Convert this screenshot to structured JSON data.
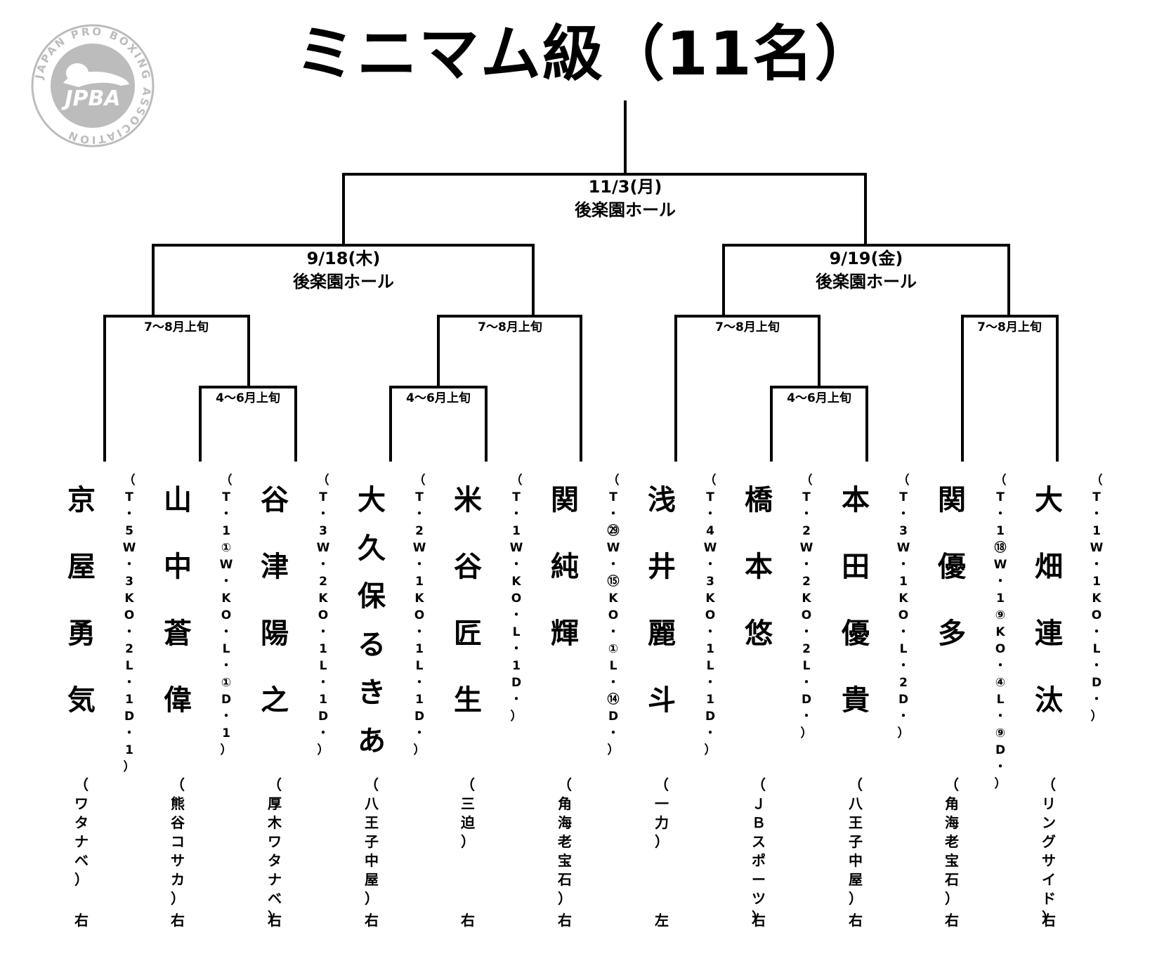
{
  "title": "ミニマム級（11名）",
  "logo": {
    "ring_text": "JAPAN PRO BOXING ASSOCIATION",
    "center_text": "JPBA",
    "color": "#bcbcbc"
  },
  "rounds": {
    "final": {
      "date": "11/3(月)",
      "venue": "後楽園ホール"
    },
    "semi_left": {
      "date": "9/18(木)",
      "venue": "後楽園ホール"
    },
    "semi_right": {
      "date": "9/19(金)",
      "venue": "後楽園ホール"
    },
    "qf_1": "7～8月上旬",
    "qf_2": "7～8月上旬",
    "qf_3": "7～8月上旬",
    "qf_4": "7～8月上旬",
    "r1_1": "4～6月上旬",
    "r1_2": "4～6月上旬",
    "r1_3": "4～6月上旬"
  },
  "fighters": [
    {
      "name": "京屋勇気",
      "gym": "（ワタナベ）",
      "stance": "右",
      "record": [
        "（",
        "T",
        "・",
        "5",
        "W",
        "・",
        "3",
        "K",
        "O",
        "・",
        "2",
        "L",
        "・",
        "1",
        "D",
        "・",
        "1",
        "）"
      ]
    },
    {
      "name": "山中蒼偉",
      "gym": "（熊谷コサカ）",
      "stance": "右",
      "record": [
        "（",
        "T",
        "・",
        "1",
        "①",
        "W",
        "・",
        "K",
        "O",
        "・",
        "L",
        "・",
        "①",
        "D",
        "・",
        "1",
        "）"
      ]
    },
    {
      "name": "谷津陽之",
      "gym": "（厚木ワタナベ）",
      "stance": "右",
      "record": [
        "（",
        "T",
        "・",
        "3",
        "W",
        "・",
        "2",
        "K",
        "O",
        "・",
        "1",
        "L",
        "・",
        "1",
        "D",
        "・",
        "）"
      ]
    },
    {
      "name": "大久保るきあ",
      "gym": "（八王子中屋）",
      "stance": "右",
      "record": [
        "（",
        "T",
        "・",
        "2",
        "W",
        "・",
        "1",
        "K",
        "O",
        "・",
        "1",
        "L",
        "・",
        "1",
        "D",
        "・",
        "）"
      ]
    },
    {
      "name": "米谷匠生",
      "gym": "（三迫）",
      "stance": "右",
      "record": [
        "（",
        "T",
        "・",
        "1",
        "W",
        "・",
        "K",
        "O",
        "・",
        "L",
        "・",
        "1",
        "D",
        "・",
        "）"
      ]
    },
    {
      "name": "関純輝",
      "gym": "（角海老宝石）",
      "stance": "右",
      "record": [
        "（",
        "T",
        "・",
        "㉙",
        "W",
        "・",
        "⑮",
        "K",
        "O",
        "・",
        "①",
        "L",
        "・",
        "⑭",
        "D",
        "・",
        "）"
      ]
    },
    {
      "name": "浅井麗斗",
      "gym": "（一力）",
      "stance": "左",
      "record": [
        "（",
        "T",
        "・",
        "4",
        "W",
        "・",
        "3",
        "K",
        "O",
        "・",
        "1",
        "L",
        "・",
        "1",
        "D",
        "・",
        "）"
      ]
    },
    {
      "name": "橋本悠",
      "gym": "（ＪＢスポーツ）",
      "stance": "右",
      "record": [
        "（",
        "T",
        "・",
        "2",
        "W",
        "・",
        "2",
        "K",
        "O",
        "・",
        "2",
        "L",
        "・",
        "D",
        "・",
        "）"
      ]
    },
    {
      "name": "本田優貴",
      "gym": "（八王子中屋）",
      "stance": "右",
      "record": [
        "（",
        "T",
        "・",
        "3",
        "W",
        "・",
        "1",
        "K",
        "O",
        "・",
        "L",
        "・",
        "2",
        "D",
        "・",
        "）"
      ]
    },
    {
      "name": "関優多",
      "gym": "（角海老宝石）",
      "stance": "右",
      "record": [
        "（",
        "T",
        "・",
        "1",
        "⑱",
        "W",
        "・",
        "1",
        "⑨",
        "K",
        "O",
        "・",
        "④",
        "L",
        "・",
        "⑨",
        "D",
        "・",
        "）"
      ]
    },
    {
      "name": "大畑連汰",
      "gym": "（リングサイド）",
      "stance": "右",
      "record": [
        "（",
        "T",
        "・",
        "1",
        "W",
        "・",
        "1",
        "K",
        "O",
        "・",
        "L",
        "・",
        "D",
        "・",
        "）"
      ]
    }
  ]
}
